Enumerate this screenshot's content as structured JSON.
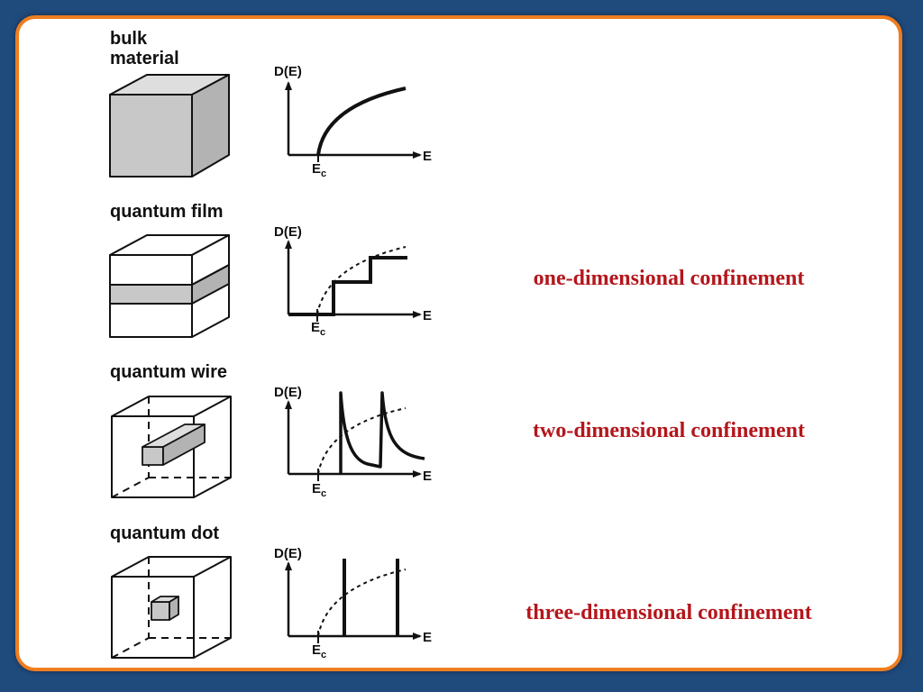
{
  "panels": [
    {
      "label_line1": "bulk",
      "label_line2": "material",
      "y_label": "D(E)",
      "x_label": "E",
      "threshold_label": "E",
      "threshold_sub": "c",
      "confinement": ""
    },
    {
      "label_line1": "quantum film",
      "label_line2": "",
      "y_label": "D(E)",
      "x_label": "E",
      "threshold_label": "E",
      "threshold_sub": "c",
      "confinement": "one-dimensional  confinement"
    },
    {
      "label_line1": "quantum wire",
      "label_line2": "",
      "y_label": "D(E)",
      "x_label": "E",
      "threshold_label": "E",
      "threshold_sub": "c",
      "confinement": "two-dimensional  confinement"
    },
    {
      "label_line1": "quantum dot",
      "label_line2": "",
      "y_label": "D(E)",
      "x_label": "E",
      "threshold_label": "E",
      "threshold_sub": "c",
      "confinement": "three-dimensional  confinement"
    }
  ],
  "colors": {
    "background": "#1f4a7c",
    "frame_border": "#ef7d1f",
    "confinement_text": "#b4161c",
    "solid_fill": "#cccccc"
  }
}
